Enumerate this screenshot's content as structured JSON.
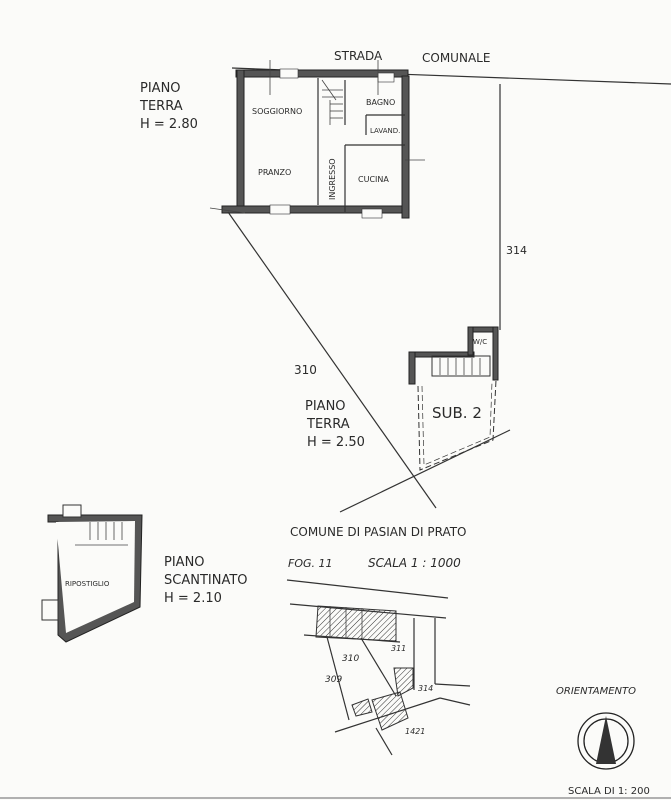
{
  "road_label": [
    "STRADA",
    "COMUNALE"
  ],
  "ground_floor_main": {
    "title": [
      "PIANO",
      "TERRA"
    ],
    "height": "H = 2.80"
  },
  "rooms": {
    "soggiorno": "SOGGIORNO",
    "bagno": "BAGNO",
    "lavand": "LAVAND.",
    "pranzo": "PRANZO",
    "ingresso": "INGRESSO",
    "cucina": "CUCINA",
    "wc": "W/C",
    "sub2": "SUB. 2",
    "ripostiglio": "RIPOSTIGLIO"
  },
  "parcel_labels": {
    "p314": "314",
    "p310": "310"
  },
  "ground_floor_sub2": {
    "title": [
      "PIANO",
      "TERRA"
    ],
    "height": "H = 2.50"
  },
  "basement": {
    "title": [
      "PIANO",
      "SCANTINATO"
    ],
    "height": "H = 2.10"
  },
  "cadastral": {
    "municipality": "COMUNE DI PASIAN DI PRATO",
    "sheet": "FOG. 11",
    "scale": "SCALA 1 : 1000",
    "parcels": [
      "311",
      "310",
      "309",
      "314",
      "1421"
    ]
  },
  "orientation_label": "ORIENTAMENTO",
  "plan_scale": "SCALA DI 1: 200"
}
